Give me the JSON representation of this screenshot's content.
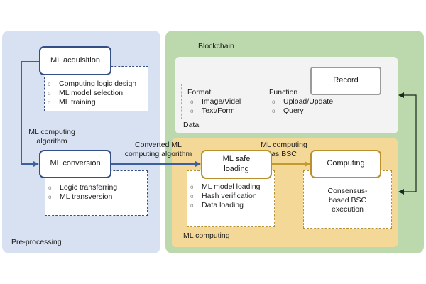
{
  "panels": {
    "preprocessing": {
      "label": "Pre-processing",
      "color": "#d7e1f1"
    },
    "blockchain": {
      "label": "Blockchain",
      "color": "#bcd9ad"
    },
    "data": {
      "label": "Data",
      "color": "#f3f3f3"
    },
    "ml_computing": {
      "label": "ML computing",
      "color": "#f4d898"
    }
  },
  "nodes": {
    "ml_acquisition": {
      "label": "ML acquisition",
      "items": [
        "Computing logic design",
        "ML model selection",
        "ML training"
      ]
    },
    "ml_conversion": {
      "label": "ML conversion",
      "items": [
        "Logic transferring",
        "ML transversion"
      ]
    },
    "record": {
      "label": "Record"
    },
    "data_details": {
      "format": {
        "title": "Format",
        "items": [
          "Image/Videl",
          "Text/Form"
        ]
      },
      "function": {
        "title": "Function",
        "items": [
          "Upload/Update",
          "Query"
        ]
      }
    },
    "ml_safe_loading": {
      "label": "ML safe loading",
      "items": [
        "ML model loading",
        "Hash verification",
        "Data loading"
      ]
    },
    "computing": {
      "label": "Computing",
      "description": "Consensus-based BSC execution"
    }
  },
  "edges": {
    "acq_to_conv": {
      "label_line1": "ML computing",
      "label_line2": "algorithm"
    },
    "conv_to_loading": {
      "label_line1": "Converted ML",
      "label_line2": "computing algorithm"
    },
    "loading_to_computing": {
      "label_line1": "ML computing",
      "label_line2": "as BSC"
    },
    "computing_record": {
      "label": ""
    }
  },
  "colors": {
    "blue_accent": "#334f86",
    "gold_accent": "#b9912c",
    "gray_border": "#9a9a9a",
    "dark_connector": "#1f3b1f"
  }
}
